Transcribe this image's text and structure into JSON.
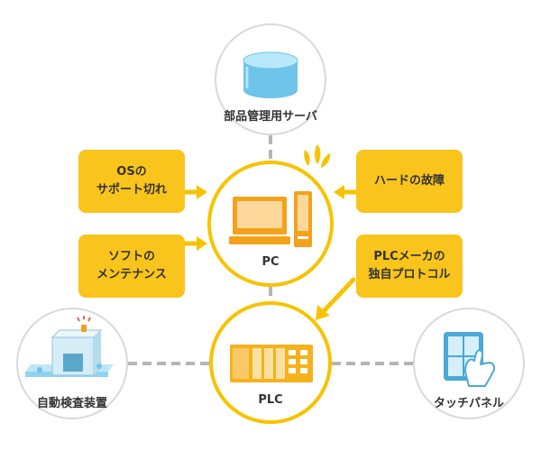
{
  "nodes": {
    "server": "部品管理用サーバ",
    "pc": "PC",
    "plc": "PLC",
    "inspection": "自動検査装置",
    "touch_panel": "タッチパネル"
  },
  "issues": {
    "os_support_end": [
      "OSの",
      "サポート切れ"
    ],
    "software_maintenance": [
      "ソフトの",
      "メンテナンス"
    ],
    "hardware_failure": [
      "ハードの故障"
    ],
    "plc_protocol": [
      "PLCメーカの",
      "独自プロトコル"
    ]
  },
  "colors": {
    "accent_yellow": "#f7c300",
    "bubble_yellow": "#f9c41b",
    "circle_gray": "#d9d9d9",
    "connector_gray": "#b5b5b5",
    "database_blue": "#8fd3f0",
    "pc_orange": "#f3a21b",
    "plc_orange": "#f5b21c"
  },
  "icons": {
    "server": "database-icon",
    "pc": "desktop-pc-icon",
    "plc": "plc-unit-icon",
    "inspection": "inspection-machine-icon",
    "touch_panel": "touch-panel-icon"
  }
}
